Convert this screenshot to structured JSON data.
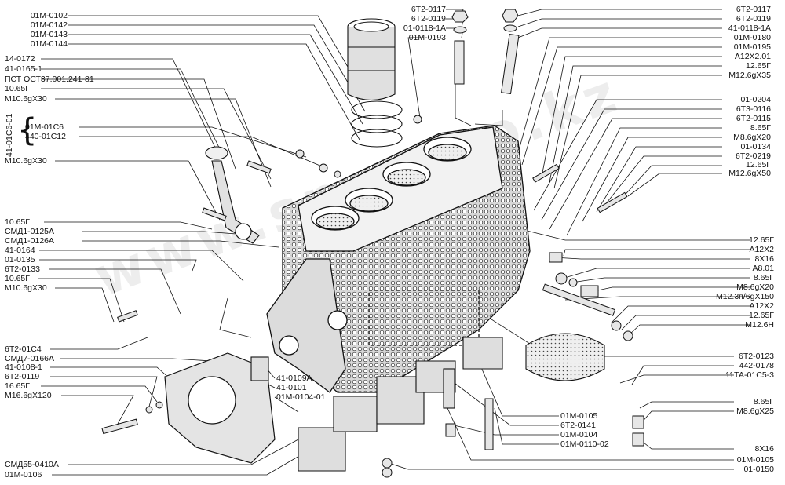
{
  "watermark": "www.spectoo.kz",
  "labels_left": [
    "01М-0102",
    "01М-0142",
    "01М-0143",
    "01М-0144",
    "14-0172",
    "41-0165-1",
    "ПСТ ОСТ37.001.241-81",
    "10.65Г",
    "М10.6gХ30",
    "01М-01С6",
    "440-01С12",
    "41-01С6-01",
    "М10.6gХ30",
    "10.65Г",
    "СМД1-0125А",
    "СМД1-0126А",
    "41-0164",
    "01-0135",
    "6Т2-0133",
    "10.65Г",
    "М10.6gХ30",
    "6Т2-01С4",
    "СМД7-0166А",
    "41-0108-1",
    "6Т2-0119",
    "16.65Г",
    "М16.6gХ120",
    "СМД55-0410А",
    "01М-0106"
  ],
  "labels_top": [
    "6Т2-0117",
    "6Т2-0119",
    "01-0118-1А",
    "01М-0193"
  ],
  "labels_right": [
    "6Т2-0117",
    "6Т2-0119",
    "41-0118-1А",
    "01М-0180",
    "01М-0195",
    "А12Х2.01",
    "12.65Г",
    "М12.6gХ35",
    "01-0204",
    "6Т3-0116",
    "6Т2-0115",
    "8.65Г",
    "М8.6gХ20",
    "01-0134",
    "6Т2-0219",
    "12.65Г",
    "М12.6gХ50",
    "12.65Г",
    "А12Х2",
    "8Х16",
    "А8.01",
    "8.65Г",
    "М8.6gХ20",
    "М12.3п/6gХ150",
    "А12Х2",
    "12.65Г",
    "М12.6Н",
    "6Т2-0123",
    "442-0178",
    "11ТА-01С5-3",
    "8.65Г",
    "М8.6gХ25",
    "8Х16",
    "01М-0105",
    "01-0150"
  ],
  "labels_bottom": [
    "41-0109А",
    "41-0101",
    "01М-0104-01",
    "01М-0105",
    "6Т2-0141",
    "01М-0104",
    "01М-0110-02"
  ]
}
